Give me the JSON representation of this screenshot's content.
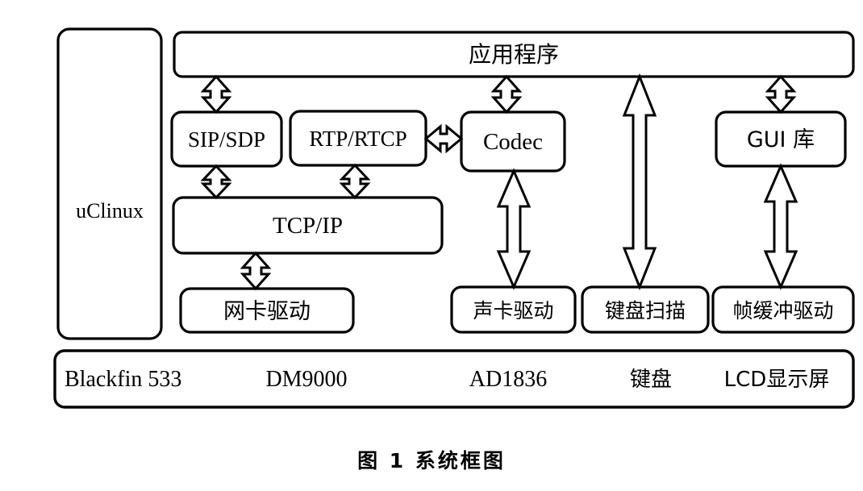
{
  "figure": {
    "caption": "图 1  系统框图",
    "caption_number": "图 1",
    "caption_title": "系统框图"
  },
  "diagram": {
    "type": "block-diagram",
    "os_column": {
      "label": "uClinux"
    },
    "application_layer": {
      "label": "应用程序"
    },
    "middleware": [
      {
        "id": "sip-sdp",
        "label": "SIP/SDP"
      },
      {
        "id": "rtp-rtcp",
        "label": "RTP/RTCP"
      },
      {
        "id": "codec",
        "label": "Codec"
      },
      {
        "id": "gui-lib",
        "label": "GUI 库"
      }
    ],
    "protocol_stack": {
      "label": "TCP/IP"
    },
    "drivers": [
      {
        "id": "nic-driver",
        "label": "网卡驱动"
      },
      {
        "id": "sound-driver",
        "label": "声卡驱动"
      },
      {
        "id": "keyboard-scan",
        "label": "键盘扫描"
      },
      {
        "id": "framebuffer-driver",
        "label": "帧缓冲驱动"
      }
    ],
    "hardware_bar": {
      "items": [
        {
          "id": "cpu",
          "label": "Blackfin 533"
        },
        {
          "id": "ethernet",
          "label": "DM9000"
        },
        {
          "id": "audio-codec",
          "label": "AD1836"
        },
        {
          "id": "keyboard",
          "label": "键盘"
        },
        {
          "id": "display",
          "label": "LCD显示屏"
        }
      ]
    },
    "connections": [
      {
        "from": "应用程序",
        "to": "SIP/SDP",
        "style": "double-arrow-vertical"
      },
      {
        "from": "应用程序",
        "to": "Codec",
        "style": "double-arrow-vertical"
      },
      {
        "from": "应用程序",
        "to": "键盘扫描",
        "style": "double-arrow-vertical"
      },
      {
        "from": "应用程序",
        "to": "GUI 库",
        "style": "double-arrow-vertical"
      },
      {
        "from": "SIP/SDP",
        "to": "TCP/IP",
        "style": "double-arrow-vertical"
      },
      {
        "from": "RTP/RTCP",
        "to": "TCP/IP",
        "style": "double-arrow-vertical"
      },
      {
        "from": "RTP/RTCP",
        "to": "Codec",
        "style": "double-arrow-horizontal"
      },
      {
        "from": "TCP/IP",
        "to": "网卡驱动",
        "style": "double-arrow-vertical"
      },
      {
        "from": "Codec",
        "to": "声卡驱动",
        "style": "double-arrow-vertical"
      },
      {
        "from": "GUI 库",
        "to": "帧缓冲驱动",
        "style": "double-arrow-vertical"
      }
    ],
    "colors": {
      "stroke": "#000000",
      "fill": "#ffffff",
      "background": "#ffffff"
    }
  }
}
